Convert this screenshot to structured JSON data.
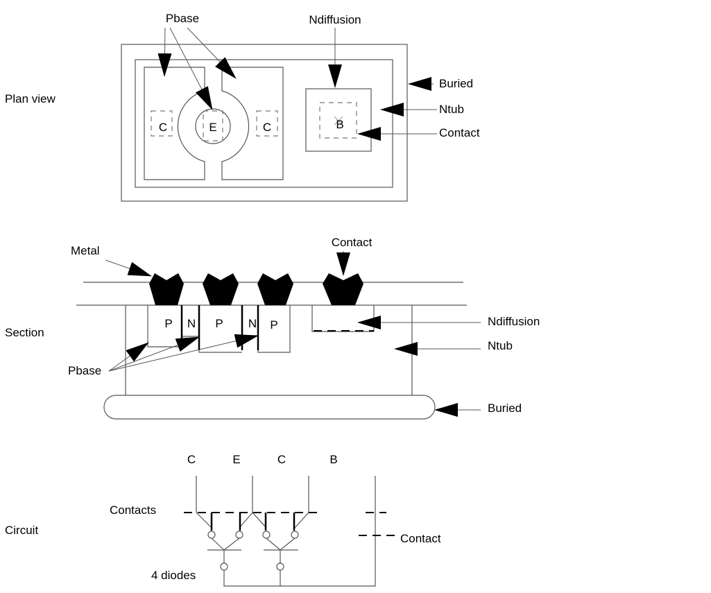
{
  "views": {
    "plan": "Plan view",
    "section": "Section",
    "circuit": "Circuit"
  },
  "plan": {
    "pbase": "Pbase",
    "ndiffusion": "Ndiffusion",
    "buried": "Buried",
    "ntub": "Ntub",
    "contact": "Contact",
    "c1": "C",
    "e": "E",
    "c2": "C",
    "b": "B"
  },
  "section": {
    "metal": "Metal",
    "contact": "Contact",
    "ndiffusion": "Ndiffusion",
    "ntub": "Ntub",
    "buried": "Buried",
    "pbase": "Pbase",
    "regions": [
      "P",
      "N",
      "P",
      "N",
      "P"
    ]
  },
  "circuit": {
    "terminals": [
      "C",
      "E",
      "C",
      "B"
    ],
    "contacts": "Contacts",
    "contact": "Contact",
    "diodes": "4 diodes"
  }
}
